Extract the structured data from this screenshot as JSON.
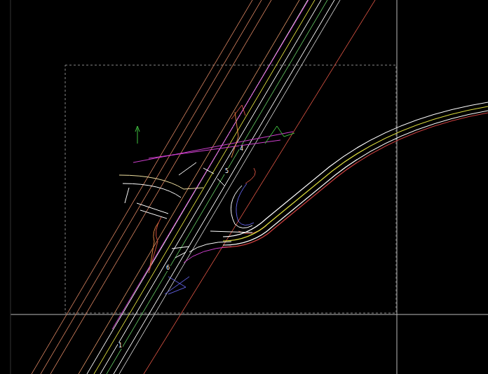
{
  "diagram": {
    "labels": [
      "4",
      "5",
      "6",
      "1"
    ]
  }
}
